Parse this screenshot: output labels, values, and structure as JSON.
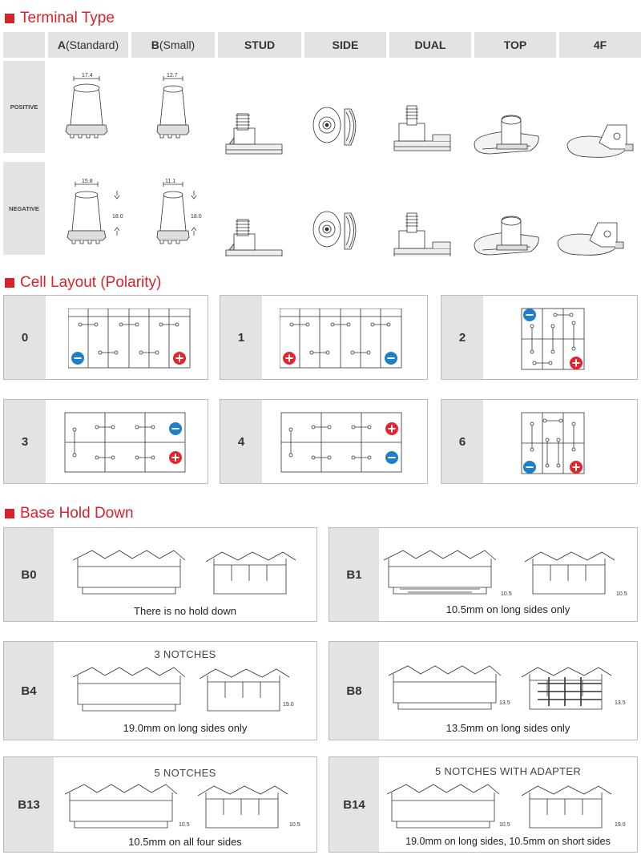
{
  "sections": {
    "terminal": "Terminal Type",
    "cell": "Cell Layout (Polarity)",
    "base": "Base Hold Down"
  },
  "terminal": {
    "headers": [
      {
        "main": "A",
        "sub": "(Standard)"
      },
      {
        "main": "B",
        "sub": "(Small)"
      },
      {
        "main": "STUD",
        "sub": ""
      },
      {
        "main": "SIDE",
        "sub": ""
      },
      {
        "main": "DUAL",
        "sub": ""
      },
      {
        "main": "TOP",
        "sub": ""
      },
      {
        "main": "4F",
        "sub": ""
      }
    ],
    "rows": [
      "POSITIVE",
      "NEGATIVE"
    ],
    "dims": {
      "pos_a": "17.4",
      "pos_b": "12.7",
      "neg_a": "15.8",
      "neg_b": "11.1",
      "neg_h_a": "18.0",
      "neg_h_b": "18.0"
    }
  },
  "cells": [
    "0",
    "1",
    "2",
    "3",
    "4",
    "6"
  ],
  "base": [
    {
      "code": "B0",
      "title": "",
      "caption": "There is no hold down",
      "dim": ""
    },
    {
      "code": "B1",
      "title": "",
      "caption": "10.5mm on long sides only",
      "dim": "10.5"
    },
    {
      "code": "B4",
      "title": "3 NOTCHES",
      "caption": "19.0mm on long sides only",
      "dim": "19.0"
    },
    {
      "code": "B8",
      "title": "",
      "caption": "13.5mm on long sides only",
      "dim": "13.5"
    },
    {
      "code": "B13",
      "title": "5 NOTCHES",
      "caption": "10.5mm on all four sides",
      "dim": "10.5"
    },
    {
      "code": "B14",
      "title": "5 NOTCHES WITH ADAPTER",
      "caption": "19.0mm on long sides, 10.5mm on short sides",
      "dim": "10.5",
      "dim2": "19.0"
    }
  ],
  "colors": {
    "accent": "#d8232a",
    "negative": "#1f7fc8",
    "positive": "#e1262d",
    "panel": "#e3e3e3"
  }
}
